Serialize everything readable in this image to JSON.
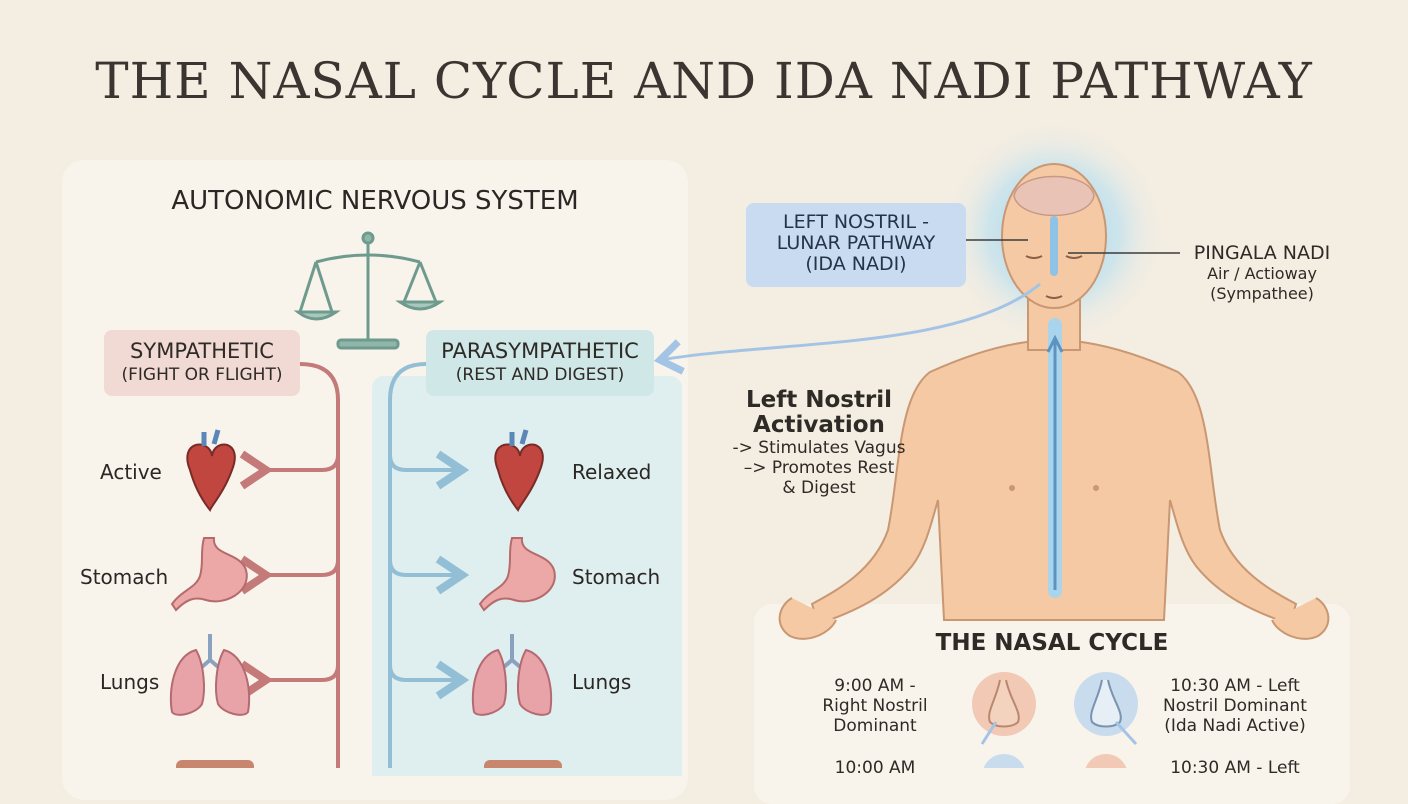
{
  "title": "THE NASAL CYCLE AND IDA NADI PATHWAY",
  "ans": {
    "title": "AUTONOMIC NERVOUS SYSTEM",
    "sympathetic": {
      "name": "SYMPATHETIC",
      "sub": "(FIGHT OR FLIGHT)",
      "color": "#c47a78"
    },
    "parasympathetic": {
      "name": "PARASYMPATHETIC",
      "sub": "(REST AND DIGEST)",
      "color": "#93bfd6"
    },
    "left_labels": [
      "Active",
      "Stomach",
      "Lungs"
    ],
    "right_labels": [
      "Relaxed",
      "Stomach",
      "Lungs"
    ]
  },
  "pathway": {
    "ida_box": [
      "LEFT NOSTRIL -",
      "LUNAR PATHWAY",
      "(IDA NADI)"
    ],
    "pingala_name": "PINGALA NADI",
    "pingala_sub": [
      "Air / Actioway",
      "(Sympathee)"
    ],
    "activation_heading": [
      "Left Nostril",
      "Activation"
    ],
    "activation_lines": [
      "-> Stimulates Vagus",
      "–> Promotes Rest",
      "& Digest"
    ]
  },
  "nasal_cycle": {
    "title": "THE NASAL CYCLE",
    "entries": [
      {
        "lines": [
          "9:00 AM -",
          "Right Nostril",
          "Dominant"
        ]
      },
      {
        "lines": [
          "10:30 AM - Left",
          "Nostril Dominant",
          "(Ida Nadi Active)"
        ]
      },
      {
        "lines": [
          "10:00 AM"
        ]
      },
      {
        "lines": [
          "10:30 AM - Left"
        ]
      }
    ]
  },
  "icons": [
    "scale-icon",
    "heart-icon",
    "stomach-icon",
    "lungs-icon",
    "nose-icon",
    "meditating-figure"
  ],
  "colors": {
    "background": "#f3ede2",
    "ida_blue": "#c8dbf1",
    "skin": "#f4c9a4"
  }
}
